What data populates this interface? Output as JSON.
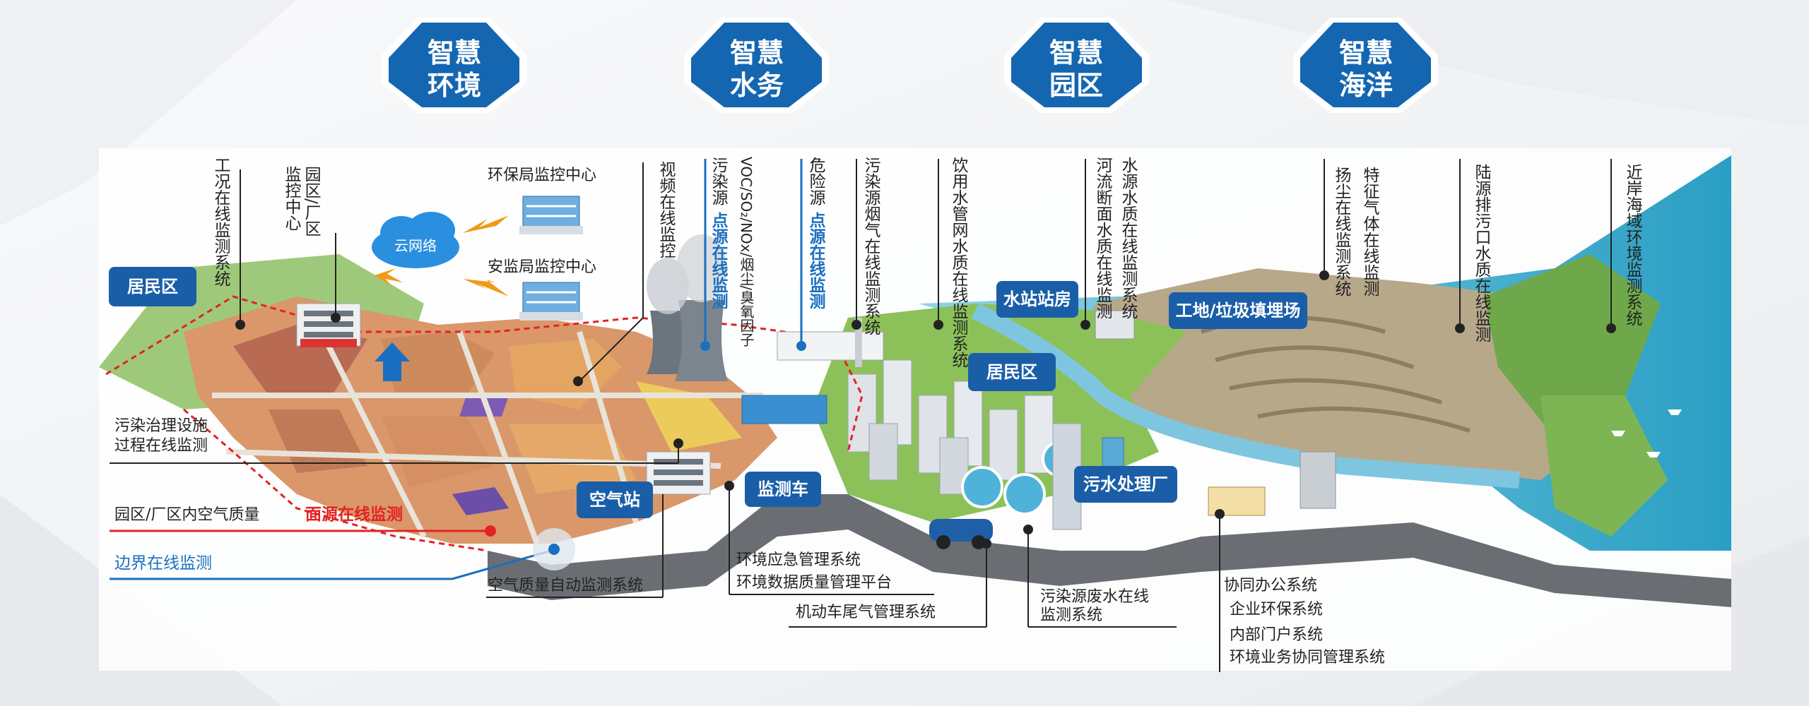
{
  "badges": [
    {
      "line1": "智慧",
      "line2": "环境"
    },
    {
      "line1": "智慧",
      "line2": "水务"
    },
    {
      "line1": "智慧",
      "line2": "园区"
    },
    {
      "line1": "智慧",
      "line2": "海洋"
    }
  ],
  "vertical_labels": {
    "gongkuang": "工况在线监测系统",
    "yuanqu_a": "园区/厂区",
    "yuanqu_b": "监控中心",
    "shipin": "视频在线监控",
    "wuranyuan_a": "污染源",
    "wuranyuan_b": "点源在线监测",
    "voc": "VOC/SO₂/NOx/烟尘/臭氧因子",
    "weixian_a": "危险源",
    "weixian_b": "点源在线监测",
    "yanqi": "污染源烟气在线监测系统",
    "yinyong": "饮用水管网水质在线监测系统",
    "heliu": "河流断面水质在线监测",
    "shuiyuan": "水源水质在线监测系统",
    "yangchen": "扬尘在线监测系统",
    "tezheng": "特征气体在线监测",
    "luyuan": "陆源排污口水质在线监测",
    "jinan": "近岸海域环境监测系统"
  },
  "centers": {
    "huanbao": "环保局监控中心",
    "anjian": "安监局监控中心",
    "cloud": "云网络"
  },
  "tags": {
    "juminqu_left": "居民区",
    "juminqu_mid": "居民区",
    "shuizhan": "水站站房",
    "gongdi": "工地/垃圾填埋场",
    "kongqizhan": "空气站",
    "jiancheche": "监测车",
    "wushui": "污水处理厂"
  },
  "left_labels": {
    "wuran_a": "污染治理设施",
    "wuran_b": "过程在线监测",
    "kongqi_quality": "园区/厂区内空气质量",
    "mianyuan": "面源在线监测",
    "bianjie": "边界在线监测"
  },
  "bottom_labels": {
    "kongqi_auto": "空气质量自动监测系统",
    "yingji": "环境应急管理系统",
    "shuju": "环境数据质量管理平台",
    "jidongche": "机动车尾气管理系统",
    "feishui_a": "污染源废水在线",
    "feishui_b": "监测系统",
    "xietong": "协同办公系统",
    "qiye": "企业环保系统",
    "neibu": "内部门户系统",
    "yewu": "环境业务协同管理系统"
  },
  "colors": {
    "badge_blue": "#1466b1",
    "tag_blue": "#1a5ea8",
    "red_line": "#e52222",
    "blue_line": "#1a6fc0"
  }
}
